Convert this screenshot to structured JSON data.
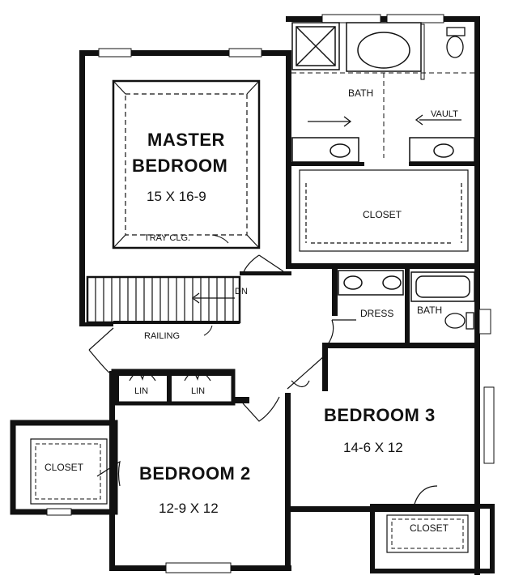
{
  "rooms": {
    "master": {
      "name_line1": "MASTER",
      "name_line2": "BEDROOM",
      "size": "15 X 16-9"
    },
    "bath_master": {
      "name": "BATH",
      "vault": "VAULT"
    },
    "closet_master": {
      "name": "CLOSET"
    },
    "tray_ceiling": {
      "label": "TRAY CLG."
    },
    "stair": {
      "dn": "DN"
    },
    "railing": {
      "label": "RAILING"
    },
    "dress": {
      "name": "DRESS"
    },
    "bath_2": {
      "name": "BATH"
    },
    "bedroom3": {
      "name": "BEDROOM 3",
      "size": "14-6 X 12"
    },
    "bedroom2": {
      "name": "BEDROOM 2",
      "size": "12-9 X 12"
    },
    "lin_1": {
      "name": "LIN"
    },
    "lin_2": {
      "name": "LIN"
    },
    "closet_left": {
      "name": "CLOSET"
    },
    "closet_br3": {
      "name": "CLOSET"
    }
  }
}
